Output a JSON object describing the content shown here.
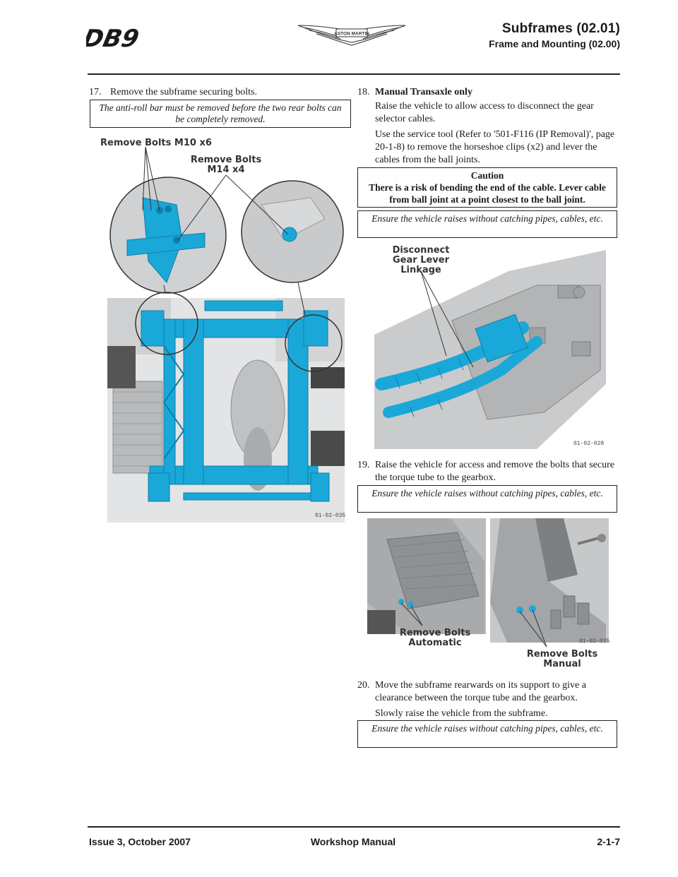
{
  "header": {
    "logo_text": "DB9",
    "brand_text": "ASTON MARTIN",
    "title": "Subframes (02.01)",
    "subtitle": "Frame and Mounting (02.00)"
  },
  "left": {
    "step17": {
      "num": "17.",
      "text": "Remove the subframe securing bolts."
    },
    "note17": "The anti-roll bar must be removed before the two rear bolts can be completely removed.",
    "fig1": {
      "callout_a": "Remove Bolts M10 x6",
      "callout_b_line1": "Remove Bolts",
      "callout_b_line2": "M14 x4",
      "code": "01-02-035"
    }
  },
  "right": {
    "step18": {
      "num": "18.",
      "text": "Manual Transaxle only"
    },
    "p18a": "Raise the vehicle to allow access to disconnect the gear selector cables.",
    "p18b": "Use the service tool (Refer to '501-F116 (IP Removal)', page 20-1-8) to remove the horseshoe clips (x2) and lever the cables from the ball joints.",
    "caution_title": "Caution",
    "caution_text": "There is a risk of bending the end of the cable. Lever cable from ball joint at a point closest to the ball joint.",
    "note18": "Ensure the vehicle raises without catching pipes, cables, etc.",
    "fig2": {
      "callout_line1": "Disconnect",
      "callout_line2": "Gear Lever Linkage",
      "code": "01-02-028"
    },
    "step19": {
      "num": "19.",
      "text": "Raise the vehicle for access and remove the bolts that secure the torque tube to the gearbox."
    },
    "note19": "Ensure the vehicle raises without catching pipes, cables, etc.",
    "fig3": {
      "callout_auto_line1": "Remove Bolts",
      "callout_auto_line2": "Automatic",
      "callout_man_line1": "Remove Bolts",
      "callout_man_line2": "Manual",
      "code": "01-02-035"
    },
    "step20": {
      "num": "20.",
      "text": "Move the subframe rearwards on its support to give a clearance between the torque tube and the gearbox."
    },
    "p20": "Slowly raise the vehicle from the subframe.",
    "note20": "Ensure the vehicle raises without catching pipes, cables, etc."
  },
  "footer": {
    "issue": "Issue 3, October 2007",
    "manual": "Workshop Manual",
    "page": "2-1-7"
  },
  "colors": {
    "highlight": "#1aa8d8",
    "metal_light": "#d9dadb",
    "metal_dark": "#8c8e90",
    "rule": "#222222"
  }
}
